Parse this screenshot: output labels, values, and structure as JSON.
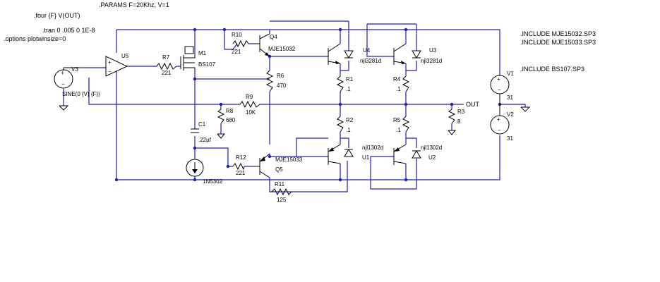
{
  "directives": {
    "params": ".PARAMS F=20Khz, V=1",
    "four": ".four {F} V(OUT)",
    "tran": ".tran 0 .005 0 1E-8",
    "options": ".options plotwinsize=0",
    "include1": ".INCLUDE MJE15032.SP3",
    "include2": ".INCLUDE MJE15033.SP3",
    "include3": ".INCLUDE BS107.SP3"
  },
  "sources": {
    "v3": {
      "name": "V3",
      "value": "SINE(0 {V} {F})"
    },
    "v1": {
      "name": "V1",
      "value": "31"
    },
    "v2": {
      "name": "V2",
      "value": "31"
    },
    "d1": {
      "name": "1N5302"
    }
  },
  "opamp": {
    "name": "U5"
  },
  "mosfet": {
    "name": "M1",
    "model": "BS107"
  },
  "resistors": {
    "r7": {
      "name": "R7",
      "value": "221"
    },
    "r10": {
      "name": "R10",
      "value": "221"
    },
    "r6": {
      "name": "R6",
      "value": "470"
    },
    "r9": {
      "name": "R9",
      "value": "10K"
    },
    "r8": {
      "name": "R8",
      "value": "680"
    },
    "r12": {
      "name": "R12",
      "value": "221"
    },
    "r11": {
      "name": "R11",
      "value": "125"
    },
    "r1": {
      "name": "R1",
      "value": ".1"
    },
    "r2": {
      "name": "R2",
      "value": ".1"
    },
    "r4": {
      "name": "R4",
      "value": ".1"
    },
    "r5": {
      "name": "R5",
      "value": ".1"
    },
    "r3": {
      "name": "R3",
      "value": "8"
    }
  },
  "capacitors": {
    "c1": {
      "name": "C1",
      "value": ".22µf"
    }
  },
  "transistors": {
    "q4": {
      "name": "Q4",
      "model": "MJE15032"
    },
    "q5": {
      "name": "Q5",
      "model": "MJE15033"
    },
    "u4": {
      "name": "U4",
      "model": "njl3281d"
    },
    "u3": {
      "name": "U3",
      "model": "njl3281d"
    },
    "u1": {
      "name": "U1",
      "model": "njl1302d"
    },
    "u2": {
      "name": "U2",
      "model": "njl1302d"
    }
  },
  "net_labels": {
    "out": "OUT"
  }
}
